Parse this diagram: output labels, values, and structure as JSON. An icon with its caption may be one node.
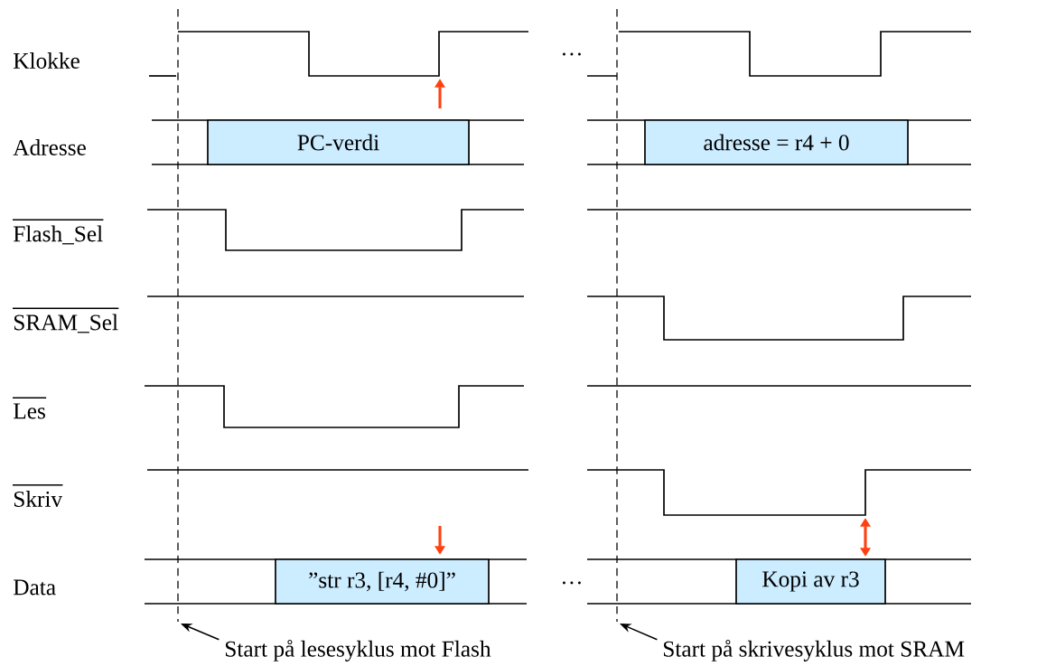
{
  "diagram": {
    "nodes": [
      {
        "text": [
          "PC-verdi"
        ]
      },
      {
        "text": [
          "adresse = r4 + 0"
        ]
      },
      {
        "text": [
          "”str r3, [r4, #0]”"
        ]
      },
      {
        "text": [
          "Kopi av r3"
        ]
      },
      {
        "text": [
          "Start på lesesyklus mot Flash"
        ]
      },
      {
        "text": [
          "Start på skrivesyklus mot SRAM"
        ]
      }
    ],
    "edges": [
      {
        "from": 4,
        "to": null,
        "arrow": "to"
      },
      {
        "from": 5,
        "to": null,
        "arrow": "to"
      }
    ],
    "labels": [
      "Klokke",
      "…",
      "Adresse",
      "Flash_Sel",
      "SRAM_Sel",
      "Les",
      "Skriv",
      "Data",
      "…"
    ]
  }
}
